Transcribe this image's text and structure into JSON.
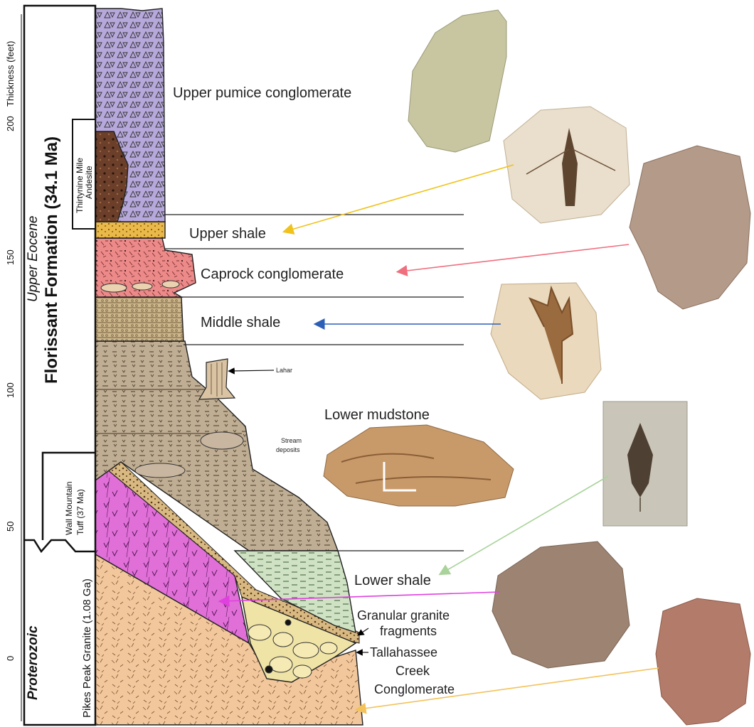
{
  "axis": {
    "label": "Thickness (feet)",
    "ticks": [
      "0",
      "50",
      "100",
      "150",
      "200"
    ]
  },
  "units": {
    "proterozoic": "Proterozoic",
    "upper_eocene": "Upper Eocene",
    "florissant": "Florissant Formation (34.1 Ma)",
    "pikes_peak": "Pikes Peak Granite (1.08 Ga)",
    "wall_mountain_1": "Wall Mountain",
    "wall_mountain_2": "Tuff (37 Ma)",
    "thirtynine_1": "Thirtynine Mile",
    "thirtynine_2": "Andesite"
  },
  "layers": {
    "upper_pumice": "Upper pumice conglomerate",
    "upper_shale": "Upper shale",
    "caprock": "Caprock conglomerate",
    "middle_shale": "Middle shale",
    "lahar": "Lahar",
    "lower_mudstone": "Lower mudstone",
    "stream_1": "Stream",
    "stream_2": "deposits",
    "lower_shale": "Lower shale",
    "granular_1": "Granular granite",
    "granular_2": "fragments",
    "tallahassee_1": "Tallahassee",
    "tallahassee_2": "Creek",
    "tallahassee_3": "Conglomerate"
  },
  "colors": {
    "pumice": "#b7a8dc",
    "andesite": "#6b3f2a",
    "shale_yellow": "#e9b94a",
    "caprock": "#ec8a8a",
    "mudstone": "#bfae93",
    "tuff": "#e06fd8",
    "granite": "#f2c79b",
    "lower_shale": "#cfe3c4",
    "arrow_yellow": "#f0c21b",
    "arrow_pink": "#ef6f7e",
    "arrow_blue": "#2e5fb7",
    "arrow_green": "#a9d39a",
    "arrow_magenta": "#e040e0",
    "arrow_orange": "#f3c25a"
  }
}
